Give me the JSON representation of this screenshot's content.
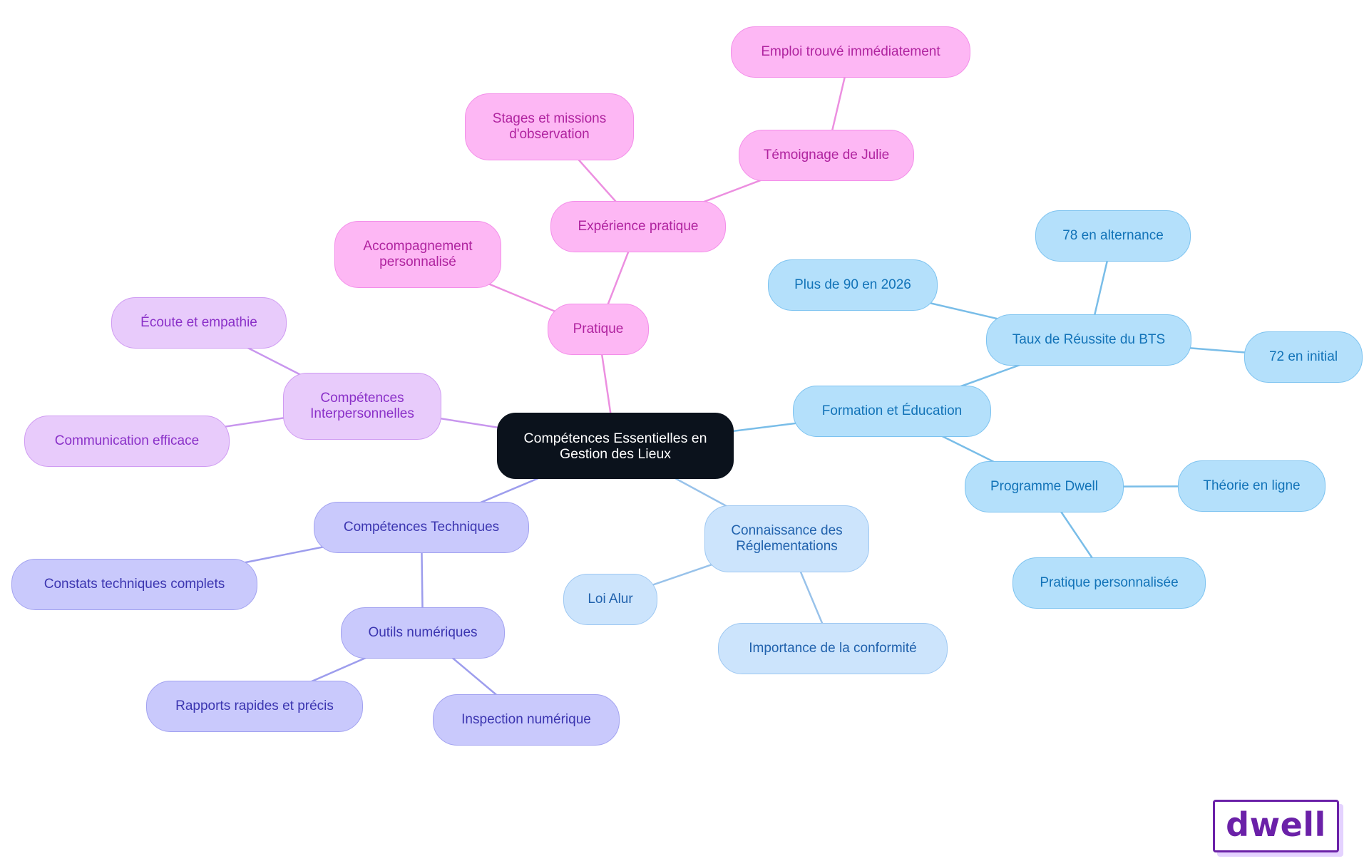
{
  "colors": {
    "root": {
      "fill": "#0b121c",
      "border": "#0b121c",
      "text": "#ffffff"
    },
    "pink": {
      "fill": "#fdb7f4",
      "border": "#f38ee9",
      "text": "#b0239f",
      "line": "#ec8fe0"
    },
    "lilac": {
      "fill": "#e8cbfb",
      "border": "#cf9bf2",
      "text": "#8a30c8",
      "line": "#c896ee"
    },
    "indigo": {
      "fill": "#c9c9fc",
      "border": "#a2a2f0",
      "text": "#3b35b0",
      "line": "#9d9ded"
    },
    "paleblue": {
      "fill": "#cce4fc",
      "border": "#9ec8f2",
      "text": "#2162ad",
      "line": "#98c2ea"
    },
    "sky": {
      "fill": "#b4e0fb",
      "border": "#7dc3f0",
      "text": "#1273b8",
      "line": "#79bde8"
    }
  },
  "nodes": [
    {
      "id": "root",
      "label": "Compétences Essentielles en\nGestion des Lieux",
      "theme": "root"
    },
    {
      "id": "pratique",
      "label": "Pratique",
      "theme": "pink"
    },
    {
      "id": "experience",
      "label": "Expérience pratique",
      "theme": "pink"
    },
    {
      "id": "stages",
      "label": "Stages et missions\nd'observation",
      "theme": "pink"
    },
    {
      "id": "temoignage",
      "label": "Témoignage de Julie",
      "theme": "pink"
    },
    {
      "id": "emploi",
      "label": "Emploi trouvé immédiatement",
      "theme": "pink"
    },
    {
      "id": "accomp",
      "label": "Accompagnement\npersonnalisé",
      "theme": "pink"
    },
    {
      "id": "interp",
      "label": "Compétences\nInterpersonnelles",
      "theme": "lilac"
    },
    {
      "id": "ecoute",
      "label": "Écoute et empathie",
      "theme": "lilac"
    },
    {
      "id": "commu",
      "label": "Communication efficace",
      "theme": "lilac"
    },
    {
      "id": "tech",
      "label": "Compétences Techniques",
      "theme": "indigo"
    },
    {
      "id": "constats",
      "label": "Constats techniques complets",
      "theme": "indigo"
    },
    {
      "id": "outils",
      "label": "Outils numériques",
      "theme": "indigo"
    },
    {
      "id": "rapports",
      "label": "Rapports rapides et précis",
      "theme": "indigo"
    },
    {
      "id": "inspection",
      "label": "Inspection numérique",
      "theme": "indigo"
    },
    {
      "id": "regl",
      "label": "Connaissance des\nRéglementations",
      "theme": "paleblue"
    },
    {
      "id": "alur",
      "label": "Loi Alur",
      "theme": "paleblue"
    },
    {
      "id": "conform",
      "label": "Importance de la conformité",
      "theme": "paleblue"
    },
    {
      "id": "formation",
      "label": "Formation et Éducation",
      "theme": "sky"
    },
    {
      "id": "taux",
      "label": "Taux de Réussite du BTS",
      "theme": "sky"
    },
    {
      "id": "plus90",
      "label": "Plus de 90 en 2026",
      "theme": "sky"
    },
    {
      "id": "alt78",
      "label": "78 en alternance",
      "theme": "sky"
    },
    {
      "id": "init72",
      "label": "72 en initial",
      "theme": "sky"
    },
    {
      "id": "dwellprog",
      "label": "Programme Dwell",
      "theme": "sky"
    },
    {
      "id": "theorie",
      "label": "Théorie en ligne",
      "theme": "sky"
    },
    {
      "id": "pratperso",
      "label": "Pratique personnalisée",
      "theme": "sky"
    }
  ],
  "edges": [
    [
      "root",
      "pratique",
      "pink"
    ],
    [
      "pratique",
      "experience",
      "pink"
    ],
    [
      "experience",
      "stages",
      "pink"
    ],
    [
      "experience",
      "temoignage",
      "pink"
    ],
    [
      "temoignage",
      "emploi",
      "pink"
    ],
    [
      "pratique",
      "accomp",
      "pink"
    ],
    [
      "root",
      "interp",
      "lilac"
    ],
    [
      "interp",
      "ecoute",
      "lilac"
    ],
    [
      "interp",
      "commu",
      "lilac"
    ],
    [
      "root",
      "tech",
      "indigo"
    ],
    [
      "tech",
      "constats",
      "indigo"
    ],
    [
      "tech",
      "outils",
      "indigo"
    ],
    [
      "outils",
      "rapports",
      "indigo"
    ],
    [
      "outils",
      "inspection",
      "indigo"
    ],
    [
      "root",
      "regl",
      "paleblue"
    ],
    [
      "regl",
      "alur",
      "paleblue"
    ],
    [
      "regl",
      "conform",
      "paleblue"
    ],
    [
      "root",
      "formation",
      "sky"
    ],
    [
      "formation",
      "taux",
      "sky"
    ],
    [
      "taux",
      "plus90",
      "sky"
    ],
    [
      "taux",
      "alt78",
      "sky"
    ],
    [
      "taux",
      "init72",
      "sky"
    ],
    [
      "formation",
      "dwellprog",
      "sky"
    ],
    [
      "dwellprog",
      "theorie",
      "sky"
    ],
    [
      "dwellprog",
      "pratperso",
      "sky"
    ]
  ],
  "logo": {
    "text": "dwell"
  }
}
